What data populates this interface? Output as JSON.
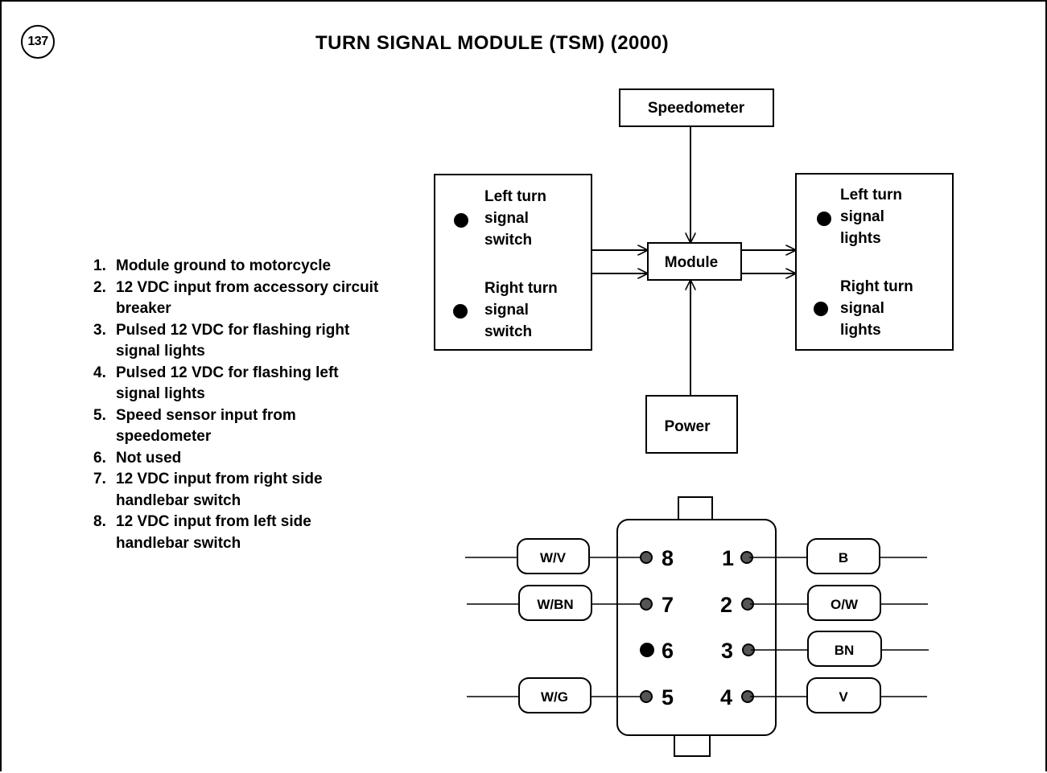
{
  "figure_number": "137",
  "title": "TURN SIGNAL MODULE (TSM) (2000)",
  "legend": [
    {
      "num": "1.",
      "text": "Module ground to motorcycle"
    },
    {
      "num": "2.",
      "text": "12 VDC input from accessory circuit breaker"
    },
    {
      "num": "3.",
      "text": "Pulsed 12 VDC for flashing right signal lights"
    },
    {
      "num": "4.",
      "text": "Pulsed 12 VDC for flashing left signal lights"
    },
    {
      "num": "5.",
      "text": "Speed sensor input from speedometer"
    },
    {
      "num": "6.",
      "text": "Not used"
    },
    {
      "num": "7.",
      "text": "12 VDC input from right side handlebar switch"
    },
    {
      "num": "8.",
      "text": "12 VDC input from left side handlebar switch"
    }
  ],
  "block_diagram": {
    "speedometer": "Speedometer",
    "module": "Module",
    "power": "Power",
    "left_box": {
      "item1": [
        "Left turn",
        "signal",
        "switch"
      ],
      "item2": [
        "Right turn",
        "signal",
        "switch"
      ]
    },
    "right_box": {
      "item1": [
        "Left turn",
        "signal",
        "lights"
      ],
      "item2": [
        "Right turn",
        "signal",
        "lights"
      ]
    }
  },
  "connector": {
    "left_pins": [
      {
        "pin": "8",
        "wire": "W/V"
      },
      {
        "pin": "7",
        "wire": "W/BN"
      },
      {
        "pin": "6",
        "wire": ""
      },
      {
        "pin": "5",
        "wire": "W/G"
      }
    ],
    "right_pins": [
      {
        "pin": "1",
        "wire": "B"
      },
      {
        "pin": "2",
        "wire": "O/W"
      },
      {
        "pin": "3",
        "wire": "BN"
      },
      {
        "pin": "4",
        "wire": "V"
      }
    ]
  }
}
